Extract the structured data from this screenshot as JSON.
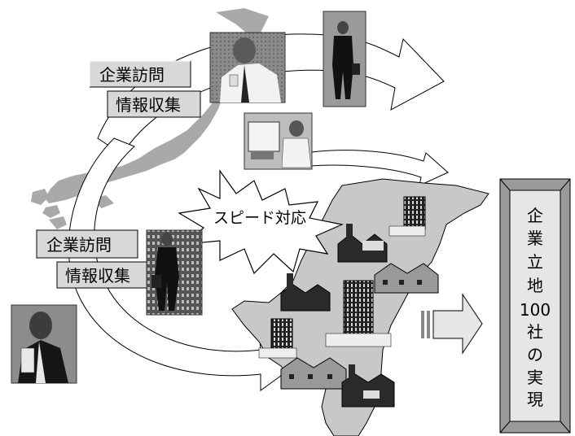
{
  "labels": {
    "visit_top": "企業訪問",
    "info_top": "情報収集",
    "visit_left": "企業訪問",
    "info_left": "情報収集",
    "burst": "スピード対応"
  },
  "goal": {
    "chars": [
      "企",
      "業",
      "立",
      "地",
      "100",
      "社",
      "の",
      "実",
      "現"
    ]
  },
  "colors": {
    "map_gray": "#a9a9a9",
    "map_light": "#c8c8c8",
    "map_dark": "#6e6e6e",
    "panel": "#d8d8d8",
    "goal_frame": "#9a9a9a",
    "goal_fill": "#e6e6e6"
  },
  "icons": [
    "businessman-phone-icon",
    "businessman-walking-icon",
    "office-worker-computer-icon",
    "businessman-standing-icon",
    "businessman-phone-portrait-icon",
    "factory-icon",
    "office-building-icon",
    "houses-icon"
  ]
}
